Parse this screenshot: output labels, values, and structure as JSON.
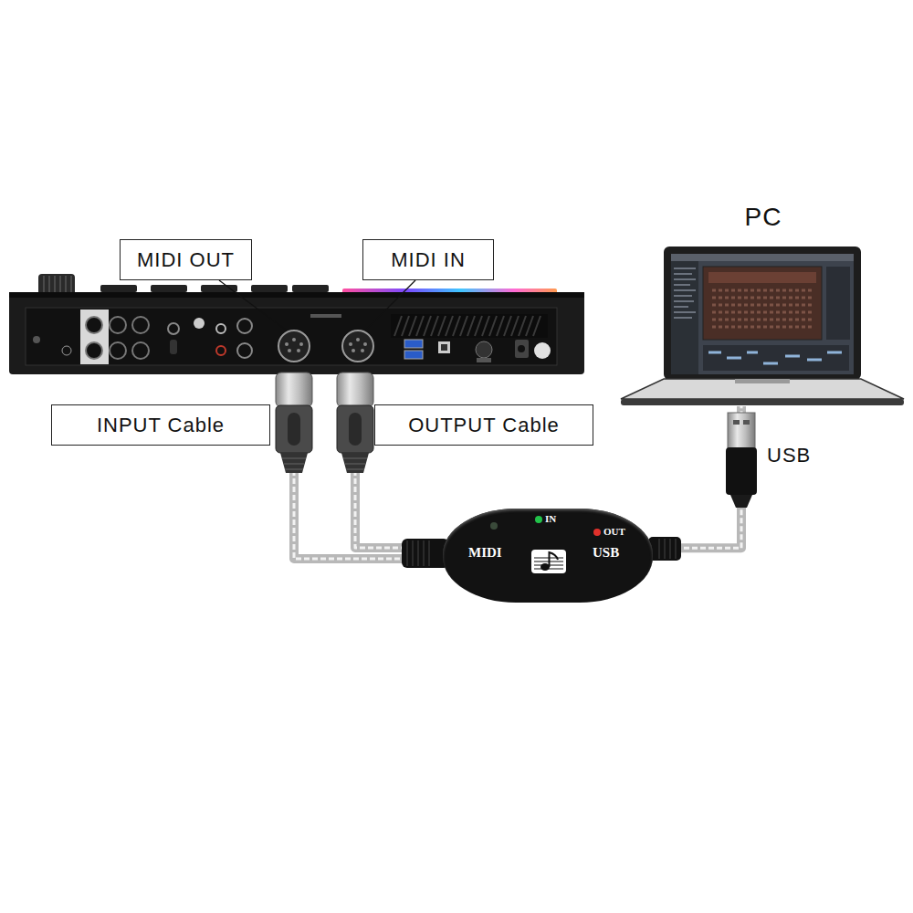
{
  "diagram": {
    "nodes": [
      {
        "text": [
          "PC"
        ]
      },
      {
        "text": [
          "MIDI OUT"
        ]
      },
      {
        "text": [
          "MIDI IN"
        ]
      },
      {
        "text": [
          "INPUT Cable"
        ]
      },
      {
        "text": [
          "OUTPUT Cable"
        ]
      },
      {
        "text": [
          "IN",
          "OUT",
          "MIDI",
          "USB"
        ]
      }
    ],
    "edges": [
      {
        "from": 5,
        "to": 0,
        "arrow": "none"
      }
    ],
    "labels": [
      "USB"
    ]
  }
}
